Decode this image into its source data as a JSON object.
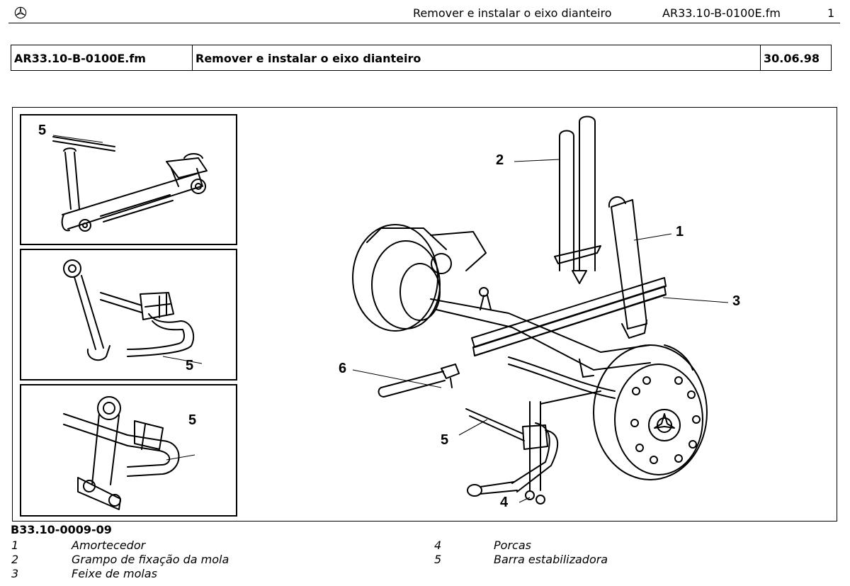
{
  "header": {
    "title": "Remover e instalar o eixo dianteiro",
    "file": "AR33.10-B-0100E.fm",
    "page": "1"
  },
  "doc_table": {
    "file": "AR33.10-B-0100E.fm",
    "title": "Remover e instalar o eixo dianteiro",
    "date": "30.06.98"
  },
  "figure": {
    "callouts": {
      "inset1": "5",
      "inset2": "5",
      "inset3": "5",
      "c1": "1",
      "c2": "2",
      "c3": "3",
      "c4": "4",
      "c5": "5",
      "c6": "6"
    },
    "id": "B33.10-0009-09"
  },
  "legend": [
    {
      "num": "1",
      "label": "Amortecedor"
    },
    {
      "num": "2",
      "label": "Grampo de fixação da mola"
    },
    {
      "num": "3",
      "label": "Feixe de molas"
    },
    {
      "num": "4",
      "label": "Porcas"
    },
    {
      "num": "5",
      "label": "Barra estabilizadora"
    }
  ]
}
